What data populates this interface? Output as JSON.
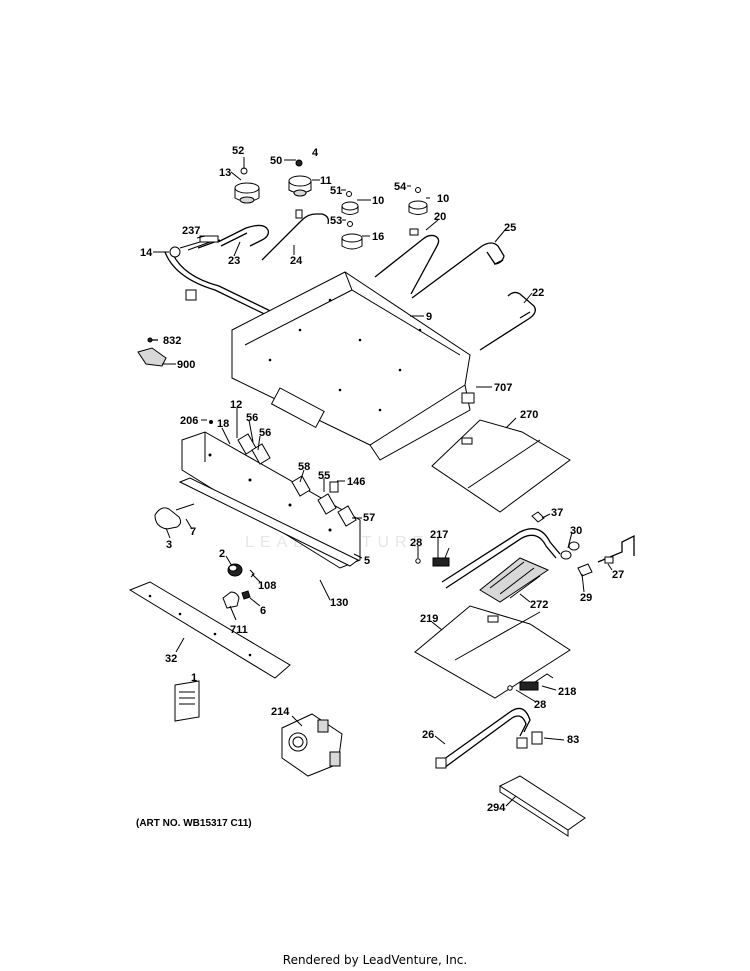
{
  "diagram": {
    "art_number": "(ART NO. WB15317 C11)",
    "footer": "Rendered by LeadVenture, Inc.",
    "watermark": "LEADVENTURE",
    "part_labels": {
      "p52": "52",
      "p4": "4",
      "p50": "50",
      "p13": "13",
      "p11": "11",
      "p51": "51",
      "p10a": "10",
      "p54": "54",
      "p10b": "10",
      "p20": "20",
      "p53": "53",
      "p16": "16",
      "p237": "237",
      "p14": "14",
      "p23": "23",
      "p24": "24",
      "p25": "25",
      "p9": "9",
      "p22": "22",
      "p832": "832",
      "p900": "900",
      "p707": "707",
      "p206": "206",
      "p12": "12",
      "p18": "18",
      "p56a": "56",
      "p56b": "56",
      "p270": "270",
      "p58": "58",
      "p55": "55",
      "p146": "146",
      "p57": "57",
      "p37": "37",
      "p3": "3",
      "p7": "7",
      "p217": "217",
      "p30": "30",
      "p28a": "28",
      "p2": "2",
      "p5": "5",
      "p27": "27",
      "p108": "108",
      "p29": "29",
      "p272": "272",
      "p6": "6",
      "p130": "130",
      "p711": "711",
      "p219": "219",
      "p32": "32",
      "p1": "1",
      "p218": "218",
      "p214": "214",
      "p28b": "28",
      "p26": "26",
      "p83": "83",
      "p294": "294"
    }
  }
}
